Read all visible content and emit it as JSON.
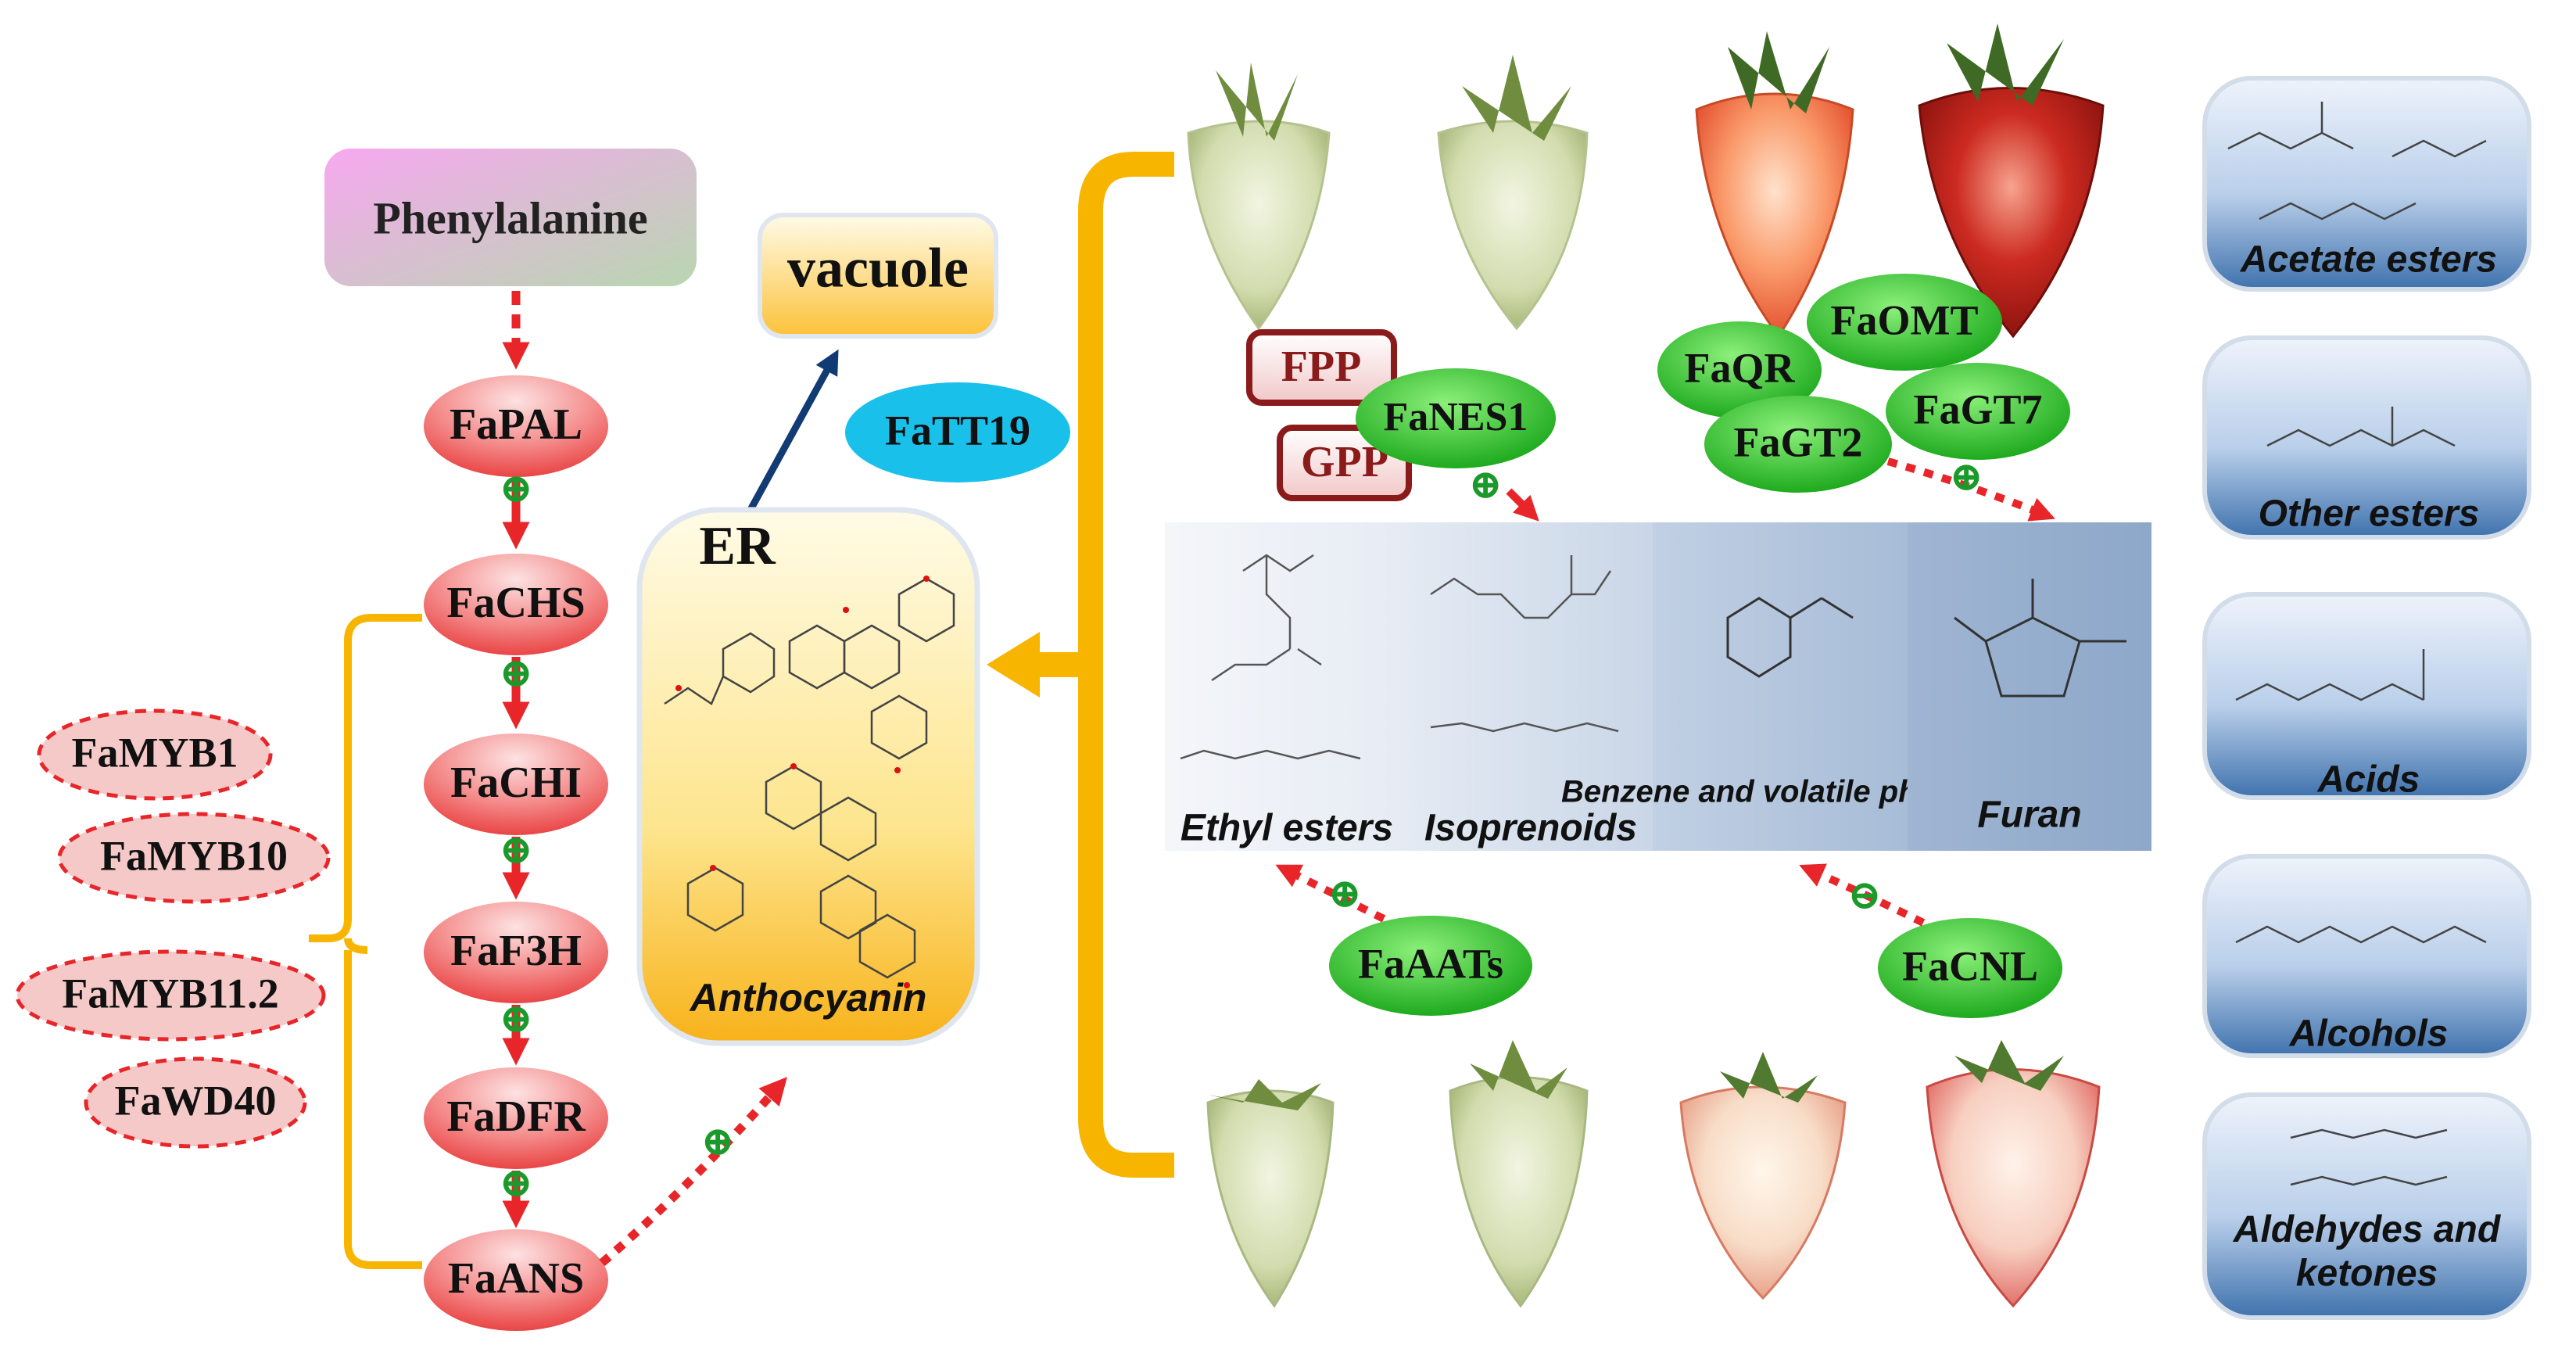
{
  "pathway": {
    "start": "Phenylalanine",
    "enzymes": [
      "FaPAL",
      "FaCHS",
      "FaCHI",
      "FaF3H",
      "FaDFR",
      "FaANS"
    ],
    "regulators": [
      "FaMYB1",
      "FaMYB10",
      "FaMYB11.2",
      "FaWD40"
    ]
  },
  "compartments": {
    "vacuole": "vacuole",
    "er": "ER",
    "anthocyanin": "Anthocyanin",
    "transporter": "FaTT19"
  },
  "volatiles": {
    "precursors": [
      "FPP",
      "GPP"
    ],
    "enzymes": {
      "nes1": "FaNES1",
      "qr": "FaQR",
      "omt": "FaOMT",
      "gt2": "FaGT2",
      "gt7": "FaGT7",
      "aats": "FaAATs",
      "cnl": "FaCNL"
    },
    "panels": [
      "Ethyl esters",
      "Isoprenoids",
      "Benzene and volatile phenols",
      "Furan"
    ]
  },
  "compound_classes": [
    "Acetate esters",
    "Other esters",
    "Acids",
    "Alcohols",
    "Aldehydes and ketones"
  ],
  "signs": {
    "plus": "⊕",
    "minus": "⊖"
  },
  "colors": {
    "pathway_red": "#e8262a",
    "regulator_pink": "#f6c9c9",
    "yellow_bracket": "#f7b500",
    "enzyme_green": "#1fb81f",
    "tt19_cyan": "#19c0ea",
    "er_yellow": "#fcd74a",
    "navy_arrow": "#123a73"
  }
}
